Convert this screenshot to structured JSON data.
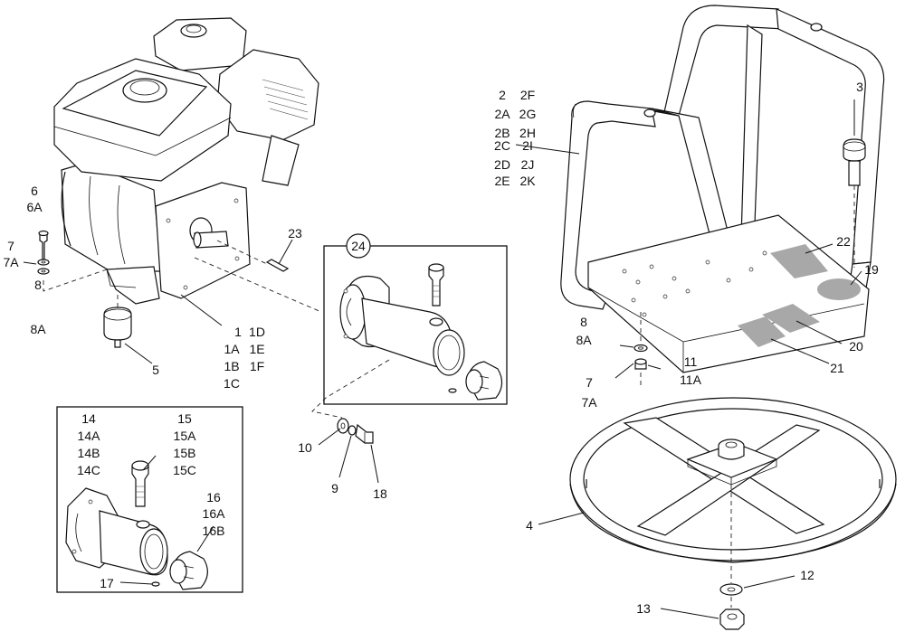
{
  "callouts": {
    "c1": [
      "1",
      "1A",
      "1B",
      "1C"
    ],
    "c1d": [
      "1D",
      "1E",
      "1F"
    ],
    "c2": [
      "2",
      "2A",
      "2B",
      "2C",
      "2D",
      "2E"
    ],
    "c2f": [
      "2F",
      "2G",
      "2H",
      "2I",
      "2J",
      "2K"
    ],
    "c3": "3",
    "c4": "4",
    "c5": "5",
    "c6": [
      "6",
      "6A"
    ],
    "c7_left": [
      "7",
      "7A"
    ],
    "c8_left": [
      "8",
      "8A"
    ],
    "c7_right": [
      "7",
      "7A"
    ],
    "c8_right": [
      "8",
      "8A"
    ],
    "c9": "9",
    "c10": "10",
    "c11": [
      "11",
      "11A"
    ],
    "c12": "12",
    "c13": "13",
    "c14": [
      "14",
      "14A",
      "14B",
      "14C"
    ],
    "c15": [
      "15",
      "15A",
      "15B",
      "15C"
    ],
    "c16": [
      "16",
      "16A",
      "16B"
    ],
    "c17": "17",
    "c18": "18",
    "c19": "19",
    "c20": "20",
    "c21": "21",
    "c22": "22",
    "c23": "23",
    "c24": "24"
  }
}
